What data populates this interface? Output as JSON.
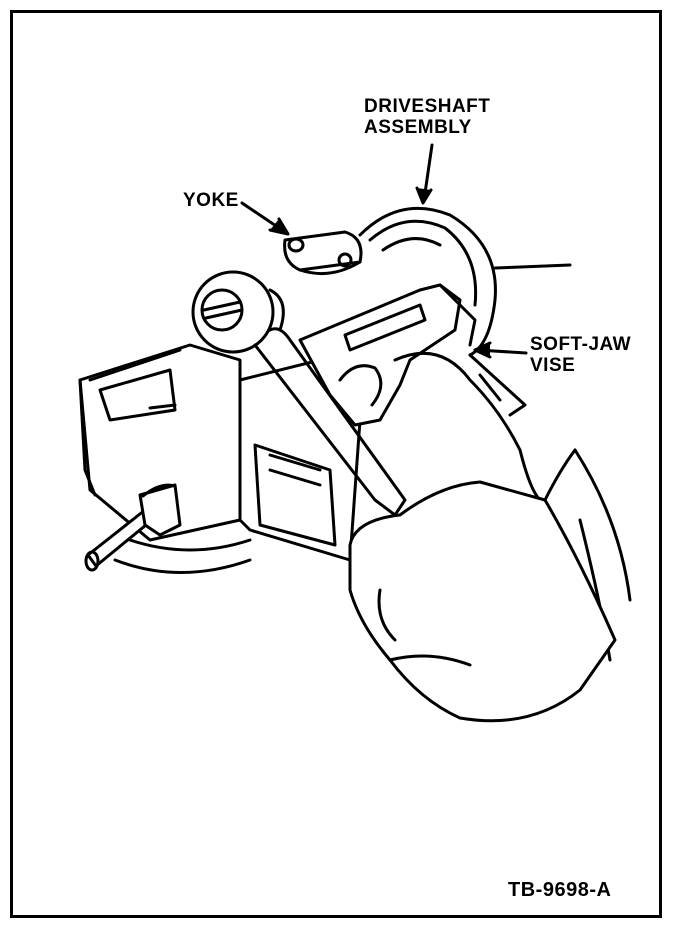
{
  "labels": {
    "driveshaft": "DRIVESHAFT\nASSEMBLY",
    "yoke": "YOKE",
    "vise": "SOFT-JAW\nVISE",
    "figure_code": "TB-9698-A"
  },
  "colors": {
    "ink": "#000000",
    "paper": "#ffffff"
  }
}
